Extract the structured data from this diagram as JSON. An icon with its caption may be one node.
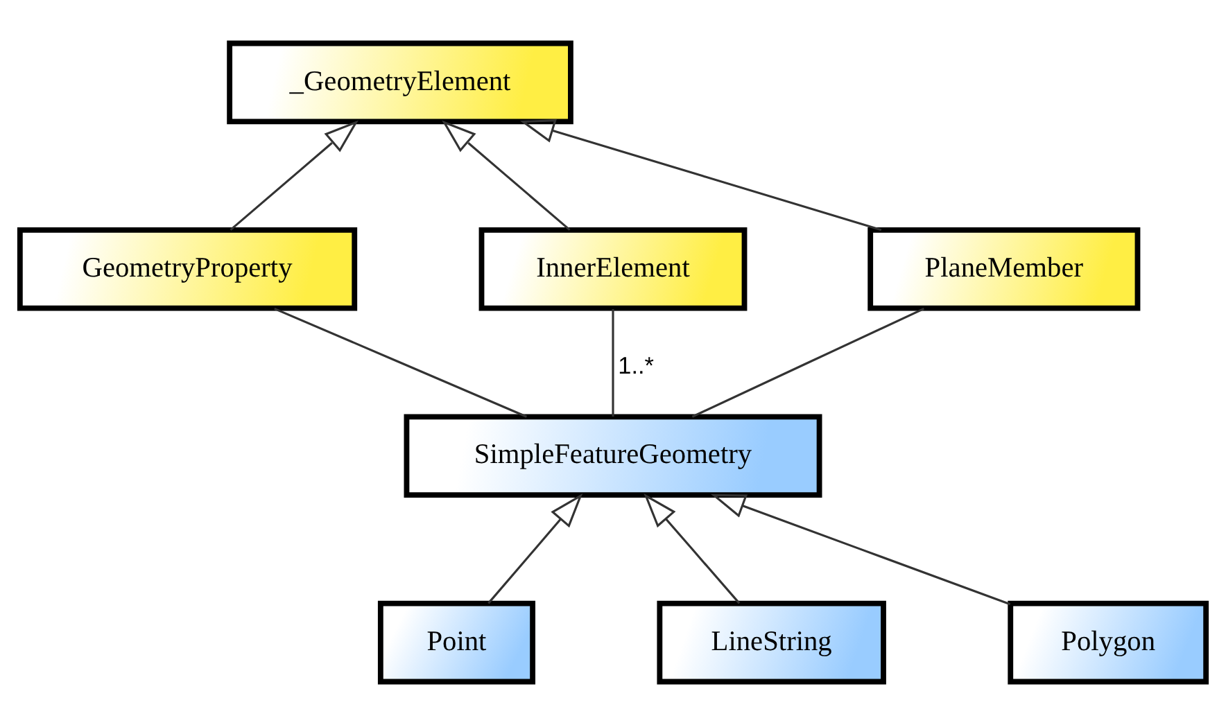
{
  "diagram": {
    "nodes": [
      {
        "text": [
          "_GeometryElement"
        ]
      },
      {
        "text": [
          "GeometryProperty"
        ]
      },
      {
        "text": [
          "InnerElement"
        ]
      },
      {
        "text": [
          "PlaneMember"
        ]
      },
      {
        "text": [
          "SimpleFeatureGeometry"
        ]
      },
      {
        "text": [
          "Point"
        ]
      },
      {
        "text": [
          "LineString"
        ]
      },
      {
        "text": [
          "Polygon"
        ]
      }
    ],
    "edges": [
      {
        "from": 1,
        "to": 0,
        "arrow": "to"
      },
      {
        "from": 2,
        "to": 0,
        "arrow": "to"
      },
      {
        "from": 3,
        "to": 0,
        "arrow": "to"
      },
      {
        "from": 1,
        "to": 4,
        "arrow": "none"
      },
      {
        "from": 2,
        "to": 4,
        "arrow": "none",
        "label": "1..*"
      },
      {
        "from": 3,
        "to": 4,
        "arrow": "none"
      },
      {
        "from": 5,
        "to": 4,
        "arrow": "to"
      },
      {
        "from": 6,
        "to": 4,
        "arrow": "to"
      },
      {
        "from": 7,
        "to": 4,
        "arrow": "to"
      }
    ]
  }
}
